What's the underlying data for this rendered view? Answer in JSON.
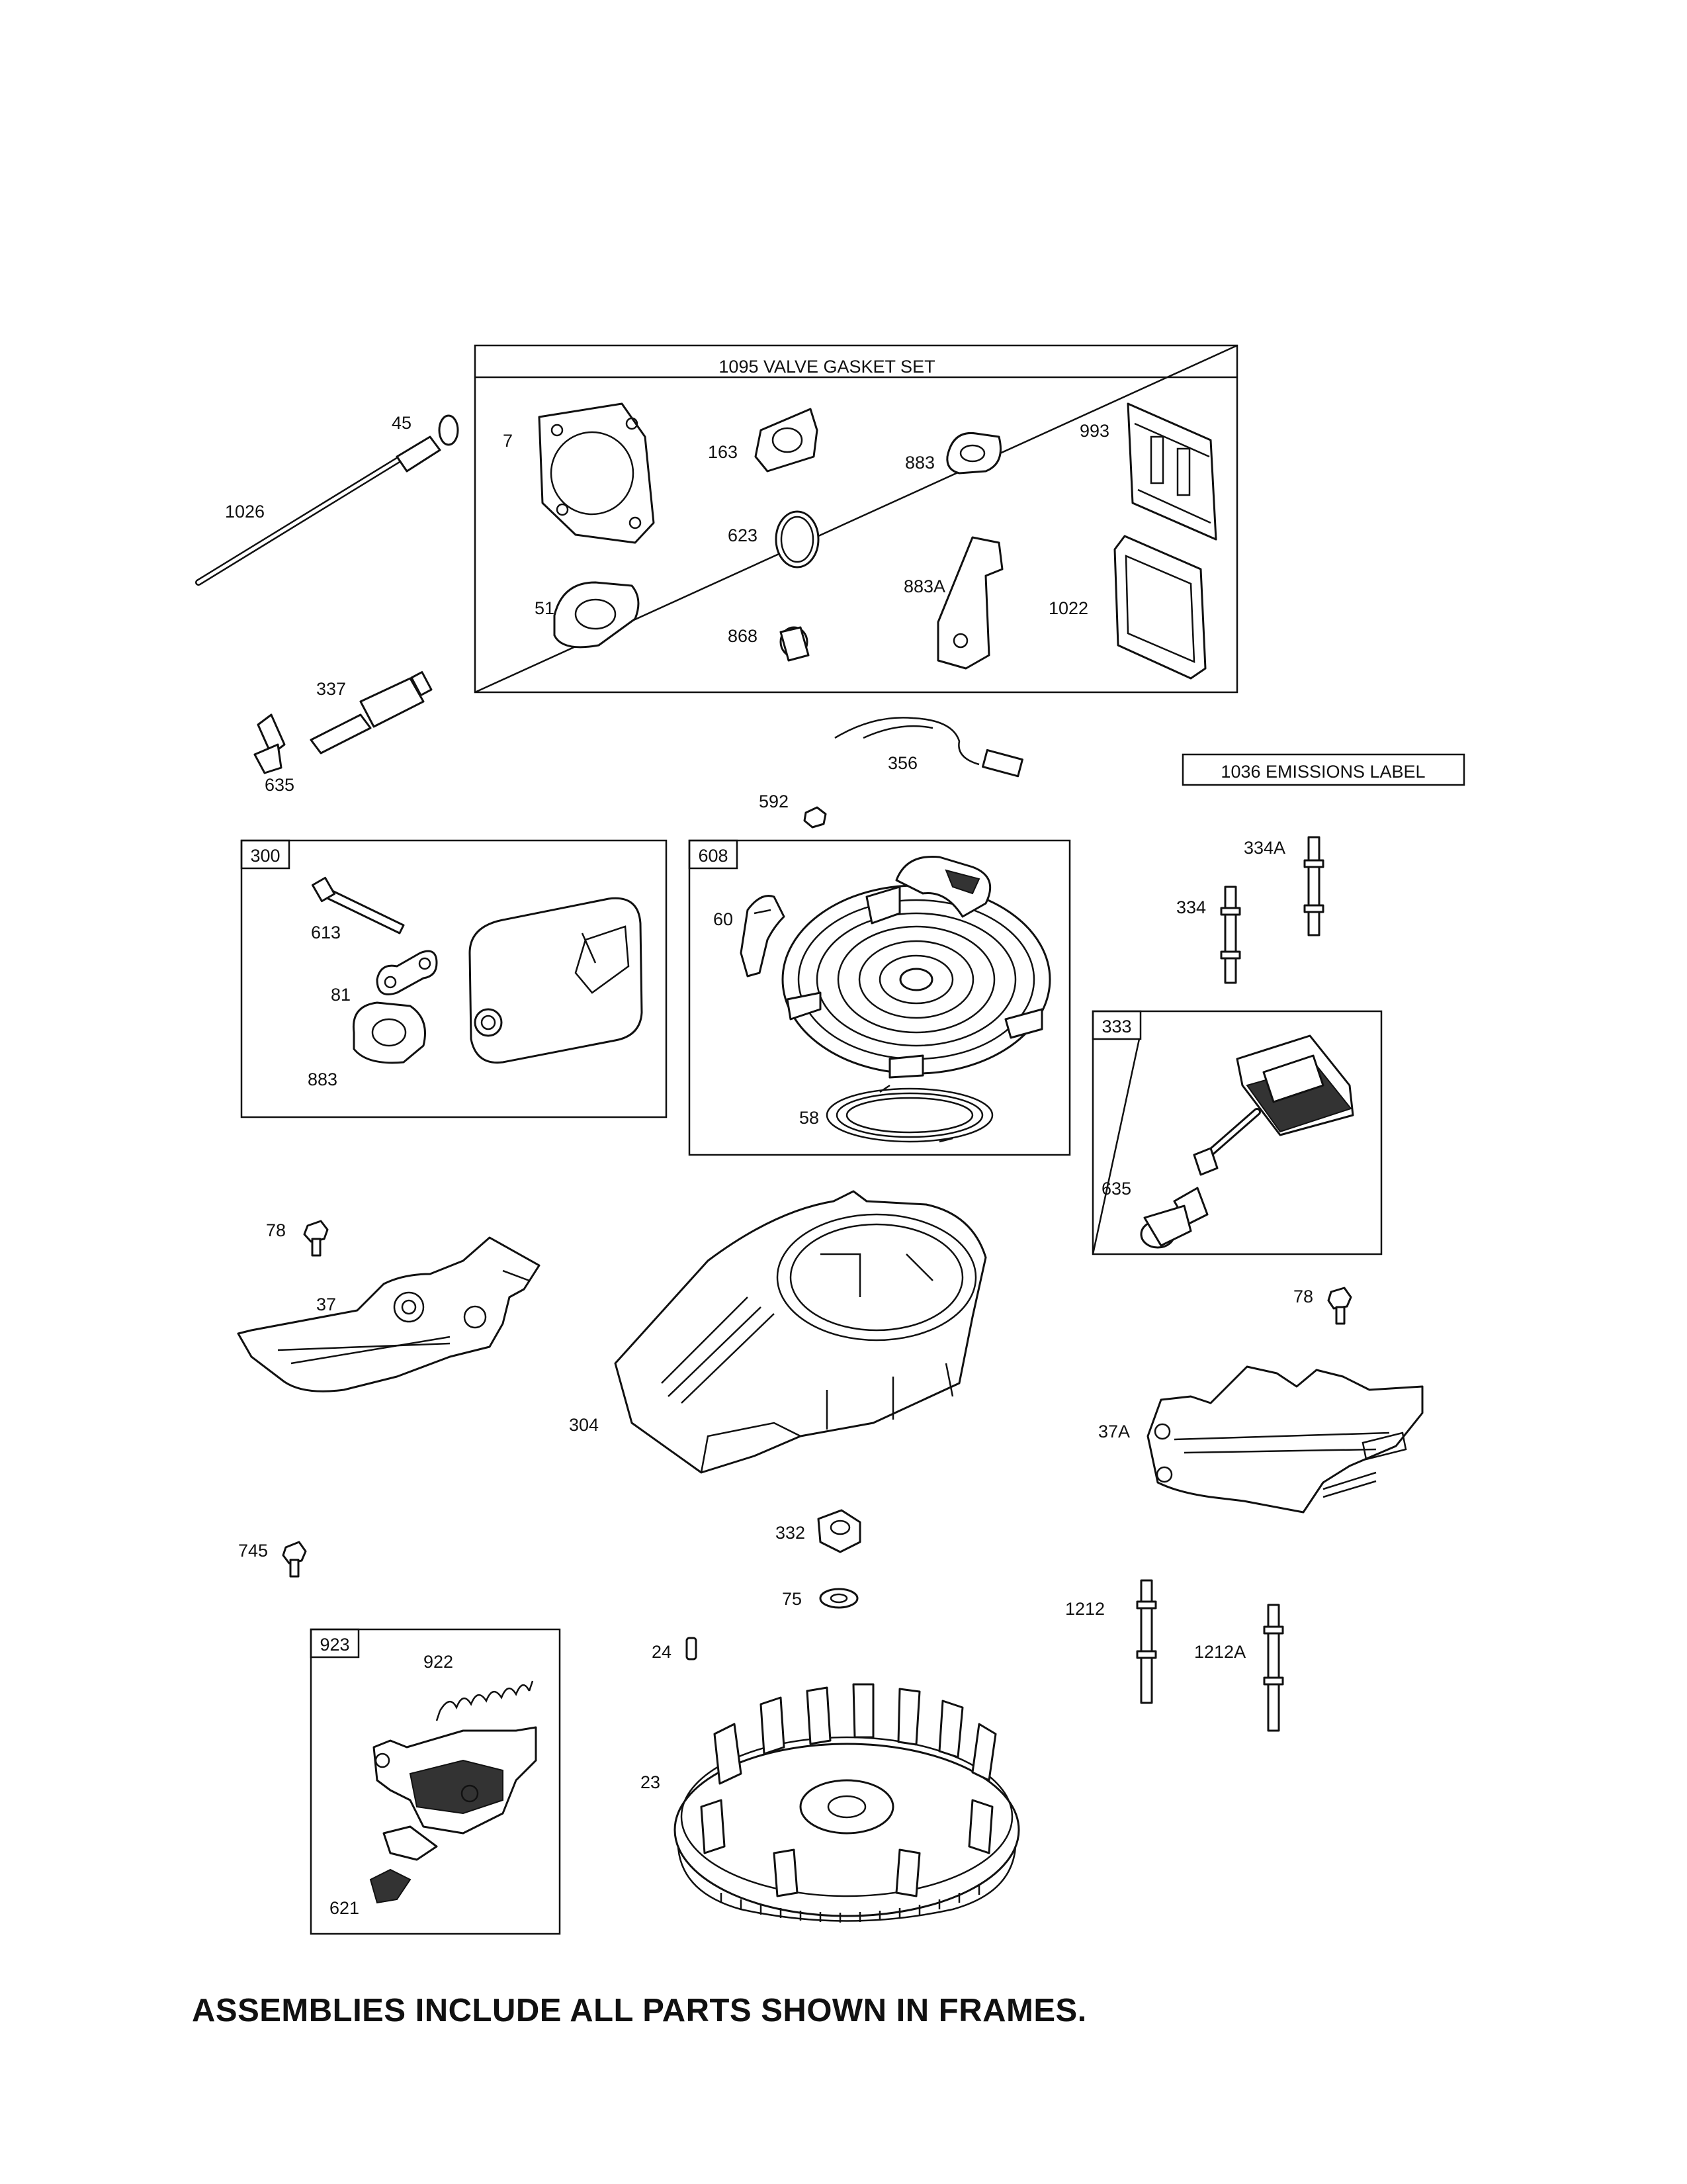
{
  "frames": {
    "valve_gasket_set": "1095 VALVE GASKET SET",
    "emissions_label": "1036 EMISSIONS LABEL",
    "f300": "300",
    "f608": "608",
    "f333": "333",
    "f923": "923"
  },
  "labels": {
    "p45": "45",
    "p1026": "1026",
    "p7": "7",
    "p163": "163",
    "p883_top": "883",
    "p993": "993",
    "p623": "623",
    "p51": "51",
    "p868": "868",
    "p883A": "883A",
    "p1022": "1022",
    "p337": "337",
    "p635_a": "635",
    "p356": "356",
    "p592": "592",
    "p334A": "334A",
    "p334": "334",
    "p613": "613",
    "p81": "81",
    "p883_mid": "883",
    "p60": "60",
    "p58": "58",
    "p635_b": "635",
    "p78_left": "78",
    "p37": "37",
    "p304": "304",
    "p78_right": "78",
    "p37A": "37A",
    "p745": "745",
    "p332": "332",
    "p75": "75",
    "p1212": "1212",
    "p1212A": "1212A",
    "p922": "922",
    "p24": "24",
    "p23": "23",
    "p621": "621"
  },
  "footer": "ASSEMBLIES INCLUDE ALL PARTS SHOWN IN FRAMES."
}
